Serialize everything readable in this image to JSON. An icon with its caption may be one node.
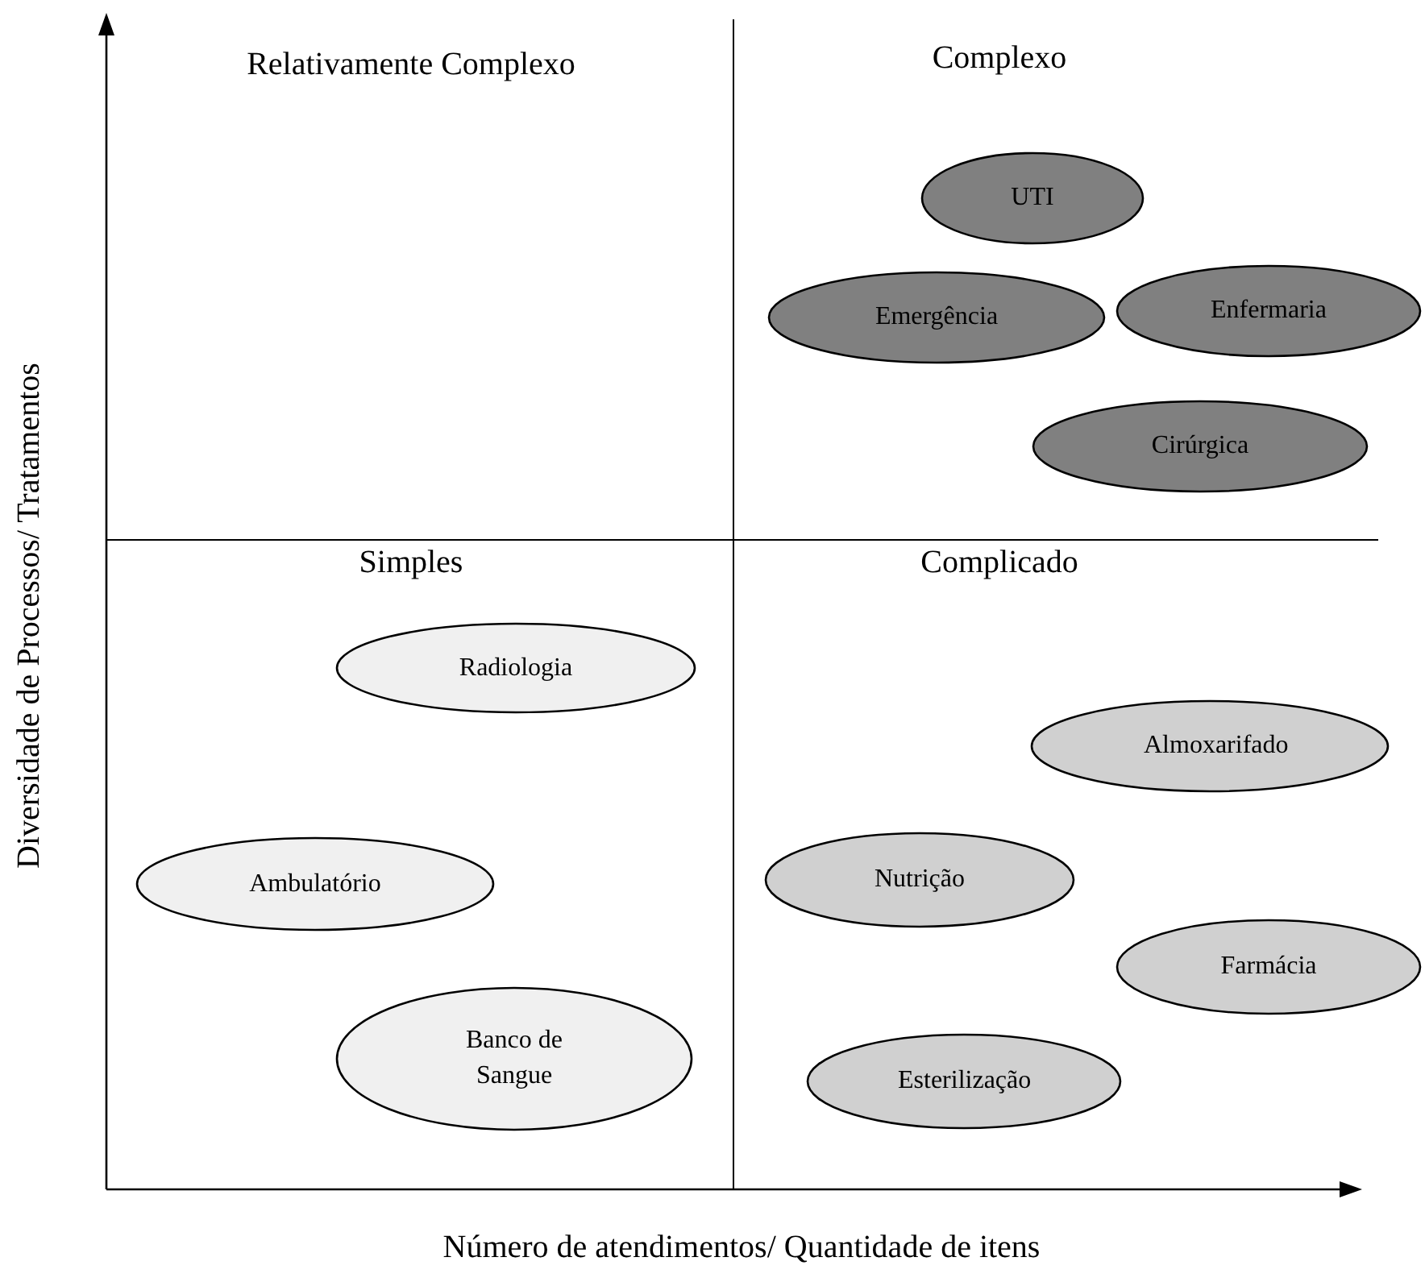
{
  "diagram": {
    "nodes": [
      {
        "text": [
          "UTI"
        ]
      },
      {
        "text": [
          "Emergência"
        ]
      },
      {
        "text": [
          "Enfermaria"
        ]
      },
      {
        "text": [
          "Cirúrgica"
        ]
      },
      {
        "text": [
          "Radiologia"
        ]
      },
      {
        "text": [
          "Ambulatório"
        ]
      },
      {
        "text": [
          "Banco de Sangue"
        ]
      },
      {
        "text": [
          "Almoxarifado"
        ]
      },
      {
        "text": [
          "Nutrição"
        ]
      },
      {
        "text": [
          "Farmácia"
        ]
      },
      {
        "text": [
          "Esterilização"
        ]
      }
    ],
    "edges": [],
    "labels": [
      "Relativamente Complexo",
      "Complexo",
      "Simples",
      "Complicado",
      "Diversidade de Processos/ Tratamentos",
      "Número de atendimentos/ Quantidade de itens"
    ]
  }
}
